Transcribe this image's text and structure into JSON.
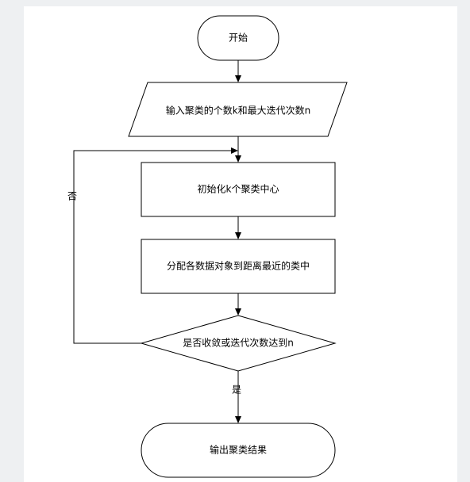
{
  "flowchart": {
    "start_label": "开始",
    "input_label": "输入聚类的个数k和最大迭代次数n",
    "init_label": "初始化k个聚类中心",
    "assign_label": "分配各数据对象到距离最近的类中",
    "decision_label": "是否收敛或迭代次数达到n",
    "no_label": "否",
    "yes_label": "是",
    "output_label": "输出聚类结果"
  },
  "colors": {
    "stroke": "#000000",
    "fill": "#ffffff",
    "background": "#eef0f2",
    "page": "#ffffff"
  }
}
